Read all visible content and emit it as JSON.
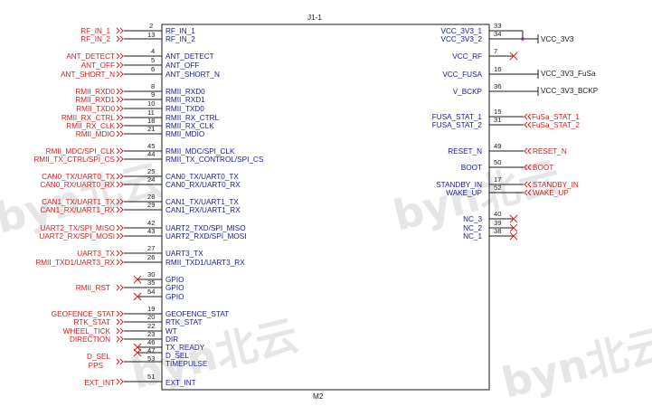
{
  "component": {
    "ref": "J1-1",
    "name": "M2"
  },
  "watermark": "byn北云",
  "left_pins": [
    {
      "pin": "2",
      "label": "RF_IN_1",
      "net": "RF_IN_1"
    },
    {
      "pin": "13",
      "label": "RF_IN_2",
      "net": "RF_IN_2"
    },
    {
      "pin": "4",
      "label": "ANT_DETECT",
      "net": "ANT_DETECT"
    },
    {
      "pin": "5",
      "label": "ANT_OFF",
      "net": "ANT_OFF"
    },
    {
      "pin": "6",
      "label": "ANT_SHORT_N",
      "net": "ANT_SHORT_N"
    },
    {
      "pin": "8",
      "label": "RMII_RXD0",
      "net": "RMII_RXD0"
    },
    {
      "pin": "9",
      "label": "RMII_RXD1",
      "net": "RMII_RXD1"
    },
    {
      "pin": "10",
      "label": "RMII_TXD0",
      "net": "RMII_TXD0"
    },
    {
      "pin": "11",
      "label": "RMII_RX_CTRL",
      "net": "RMII_RX_CTRL"
    },
    {
      "pin": "18",
      "label": "RMII_RX_CLK",
      "net": "RMII_RX_CLK"
    },
    {
      "pin": "21",
      "label": "RMII_MDIO",
      "net": "RMII_MDIO"
    },
    {
      "pin": "45",
      "label": "RMII_MDC/SPI_CLK",
      "net": "RMII_MDC/SPI_CLK"
    },
    {
      "pin": "44",
      "label": "RMII_TX_CONTROL/SPI_CS",
      "net": "RMII_TX_CTRL/SPI_CS"
    },
    {
      "pin": "25",
      "label": "CAN0_TX/UART0_TX",
      "net": "CAN0_TX/UART0_TX"
    },
    {
      "pin": "24",
      "label": "CAN0_RX/UART0_RX",
      "net": "CAN0_RX/UART0_RX"
    },
    {
      "pin": "28",
      "label": "CAN1_TX/UART1_TX",
      "net": "CAN1_TX/UART1_TX"
    },
    {
      "pin": "29",
      "label": "CAN1_RX/UART1_RX",
      "net": "CAN1_RX/UART1_RX"
    },
    {
      "pin": "42",
      "label": "UART2_TXD/SPI_MISO",
      "net": "UART2_TX/SPI_MISO"
    },
    {
      "pin": "43",
      "label": "UART2_RXD/SPI_MOSI",
      "net": "UART2_RX/SPI_MOSI"
    },
    {
      "pin": "27",
      "label": "UART3_TX",
      "net": "UART3_TX"
    },
    {
      "pin": "26",
      "label": "RMII_TXD1/UART3_RX",
      "net": "RMII_TXD1/UART3_RX"
    },
    {
      "pin": "30",
      "label": "GPIO",
      "net": ""
    },
    {
      "pin": "35",
      "label": "GPIO",
      "net": "RMII_RST"
    },
    {
      "pin": "54",
      "label": "GPIO",
      "net": ""
    },
    {
      "pin": "19",
      "label": "GEOFENCE_STAT",
      "net": "GEOFENCE_STAT"
    },
    {
      "pin": "20",
      "label": "RTK_STAT",
      "net": "RTK_STAT"
    },
    {
      "pin": "22",
      "label": "WT",
      "net": "WHEEL_TICK"
    },
    {
      "pin": "23",
      "label": "DIR",
      "net": "DIRECTION"
    },
    {
      "pin": "46",
      "label": "TX_READY",
      "net": ""
    },
    {
      "pin": "47",
      "label": "D_SEL",
      "net": ""
    },
    {
      "pin": "53",
      "label": "TIMEPULSE",
      "net": "D_SEL"
    },
    {
      "pin": "51",
      "label": "EXT_INT",
      "net": "EXT_INT"
    }
  ],
  "left_extra_nets": [
    "PPS"
  ],
  "right_pins": [
    {
      "pin": "33",
      "label": "VCC_3V3_1"
    },
    {
      "pin": "34",
      "label": "VCC_3V3_2"
    },
    {
      "pin": "7",
      "label": "VCC_RF"
    },
    {
      "pin": "16",
      "label": "VCC_FUSA"
    },
    {
      "pin": "36",
      "label": "V_BCKP"
    },
    {
      "pin": "15",
      "label": "FUSA_STAT_1"
    },
    {
      "pin": "31",
      "label": "FUSA_STAT_2"
    },
    {
      "pin": "49",
      "label": "RESET_N"
    },
    {
      "pin": "50",
      "label": "BOOT"
    },
    {
      "pin": "17",
      "label": "STANDBY_IN"
    },
    {
      "pin": "52",
      "label": "WAKE_UP"
    },
    {
      "pin": "40",
      "label": "NC_3"
    },
    {
      "pin": "39",
      "label": "NC_2"
    },
    {
      "pin": "38",
      "label": "NC_1"
    }
  ],
  "right_nets": {
    "vcc_3v3": "VCC_3V3",
    "vcc_3v3_fusa": "VCC_3V3_FuSa",
    "vcc_3v3_bckp": "VCC_3V3_BCKP",
    "fusa_stat_1": "FuSa_STAT_1",
    "fusa_stat_2": "FuSa_STAT_2",
    "reset_n": "RESET_N",
    "boot": "BOOT",
    "standby_in": "STANDBY_IN",
    "wake_up": "WAKE_UP"
  },
  "colors": {
    "net_red": "#d42020",
    "pin_blue": "#1a1a9a",
    "outline": "#1a1a1a"
  }
}
